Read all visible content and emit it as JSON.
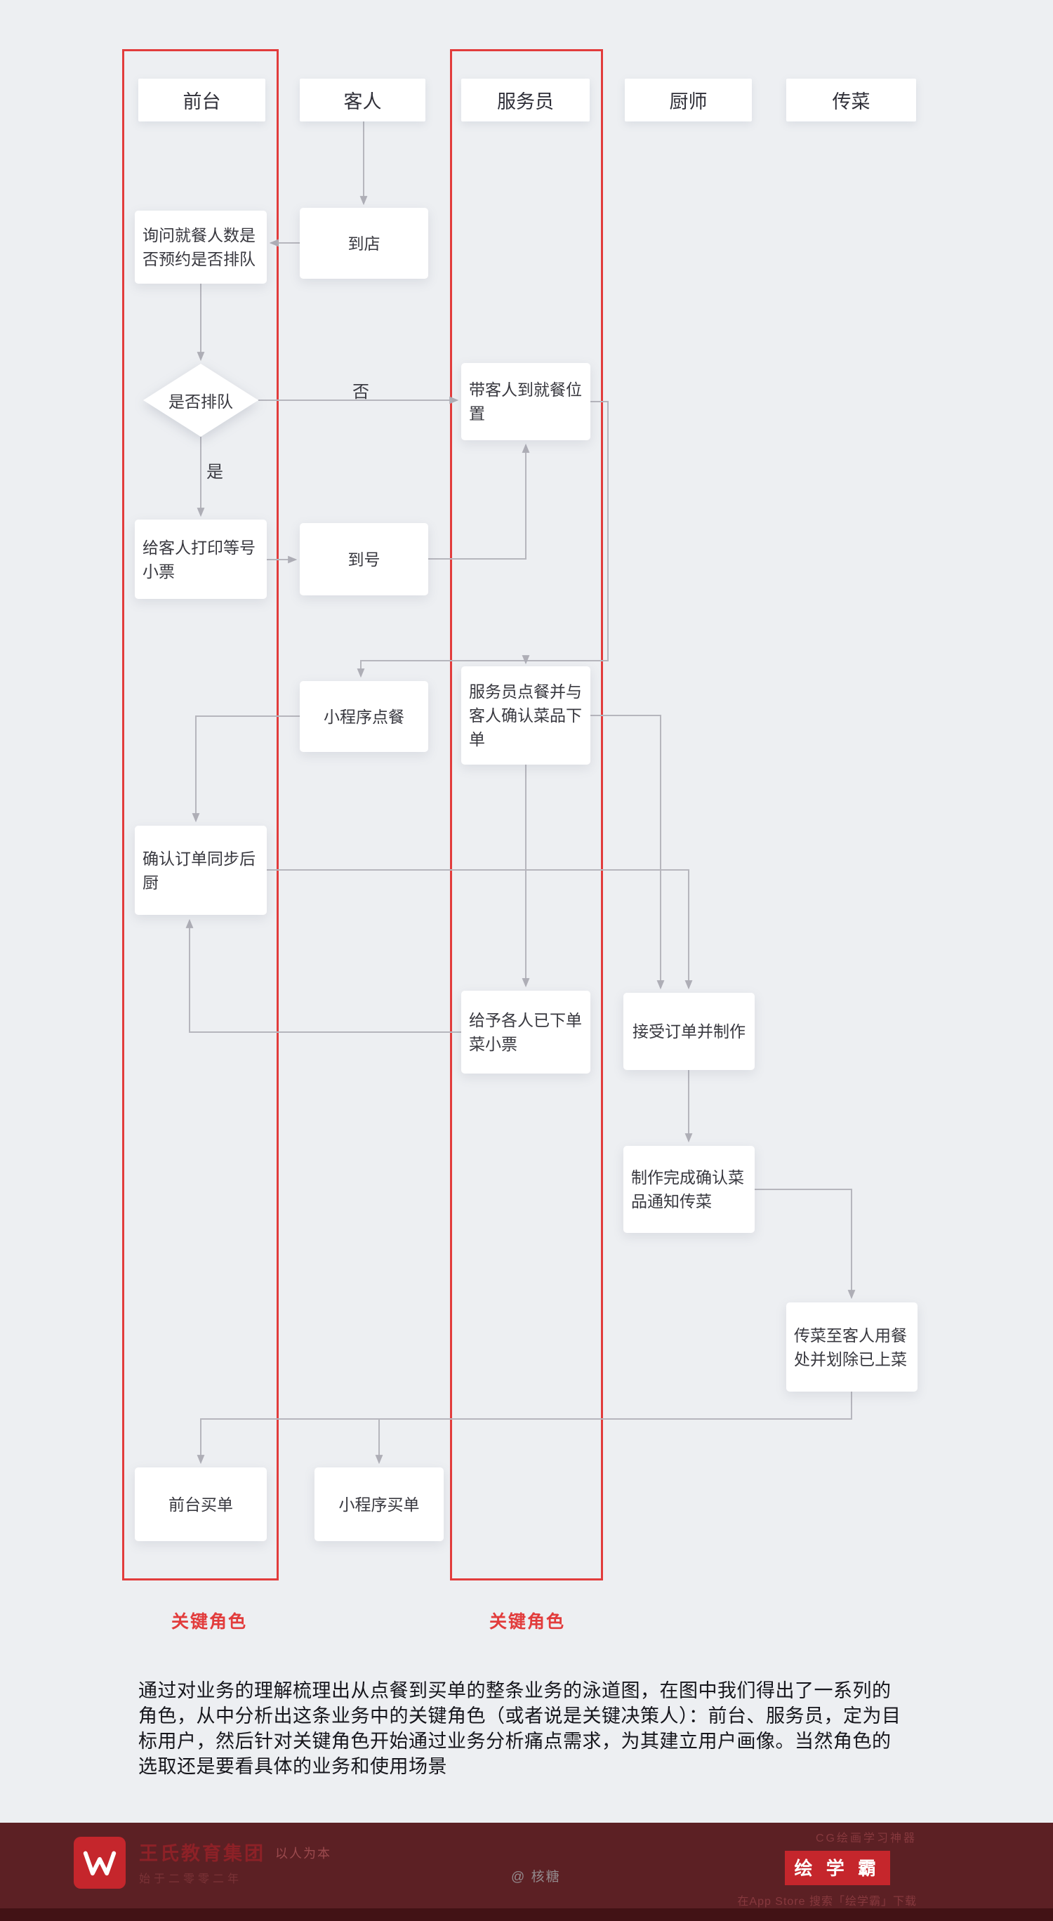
{
  "page": {
    "bg_color": "#edeff2",
    "accent_red": "#e23c3c",
    "arrow_color": "#b6b6bd"
  },
  "lanes": [
    {
      "label": "前台"
    },
    {
      "label": "客人"
    },
    {
      "label": "服务员"
    },
    {
      "label": "厨师"
    },
    {
      "label": "传菜"
    }
  ],
  "key_roles": {
    "label": "关键角色"
  },
  "nodes": {
    "arrive": "到店",
    "ask": "询问就餐人数是否预约是否排队",
    "queue_decision": "是否排队",
    "seat_guest": "带客人到就餐位置",
    "print_ticket": "给客人打印等号小票",
    "number_called": "到号",
    "miniapp_order": "小程序点餐",
    "waiter_order": "服务员点餐并与客人确认菜品下单",
    "confirm_sync": "确认订单同步后厨",
    "give_ticket": "给予各人已下单菜小票",
    "accept_make": "接受订单并制作",
    "done_notify": "制作完成确认菜品通知传菜",
    "deliver": "传菜至客人用餐处并划除已上菜",
    "pay_front": "前台买单",
    "pay_miniapp": "小程序买单"
  },
  "edge_labels": {
    "no": "否",
    "yes": "是"
  },
  "description": "通过对业务的理解梳理出从点餐到买单的整条业务的泳道图，在图中我们得出了一系列的角色，从中分析出这条业务中的关键角色（或者说是关键决策人）：前台、服务员，定为目标用户，然后针对关键角色开始通过业务分析痛点需求，为其建立用户画像。当然角色的选取还是要看具体的业务和使用场景",
  "footer": {
    "brand": "王氏教育集团",
    "brand_tagline": "以人为本",
    "brand_sub": "始于二零零二年",
    "watermark": "@ 核糖",
    "promo_top": "CG绘画学习神器",
    "app_name": "绘 学 霸",
    "promo_bottom": "在App Store 搜索「绘学霸」下载"
  }
}
